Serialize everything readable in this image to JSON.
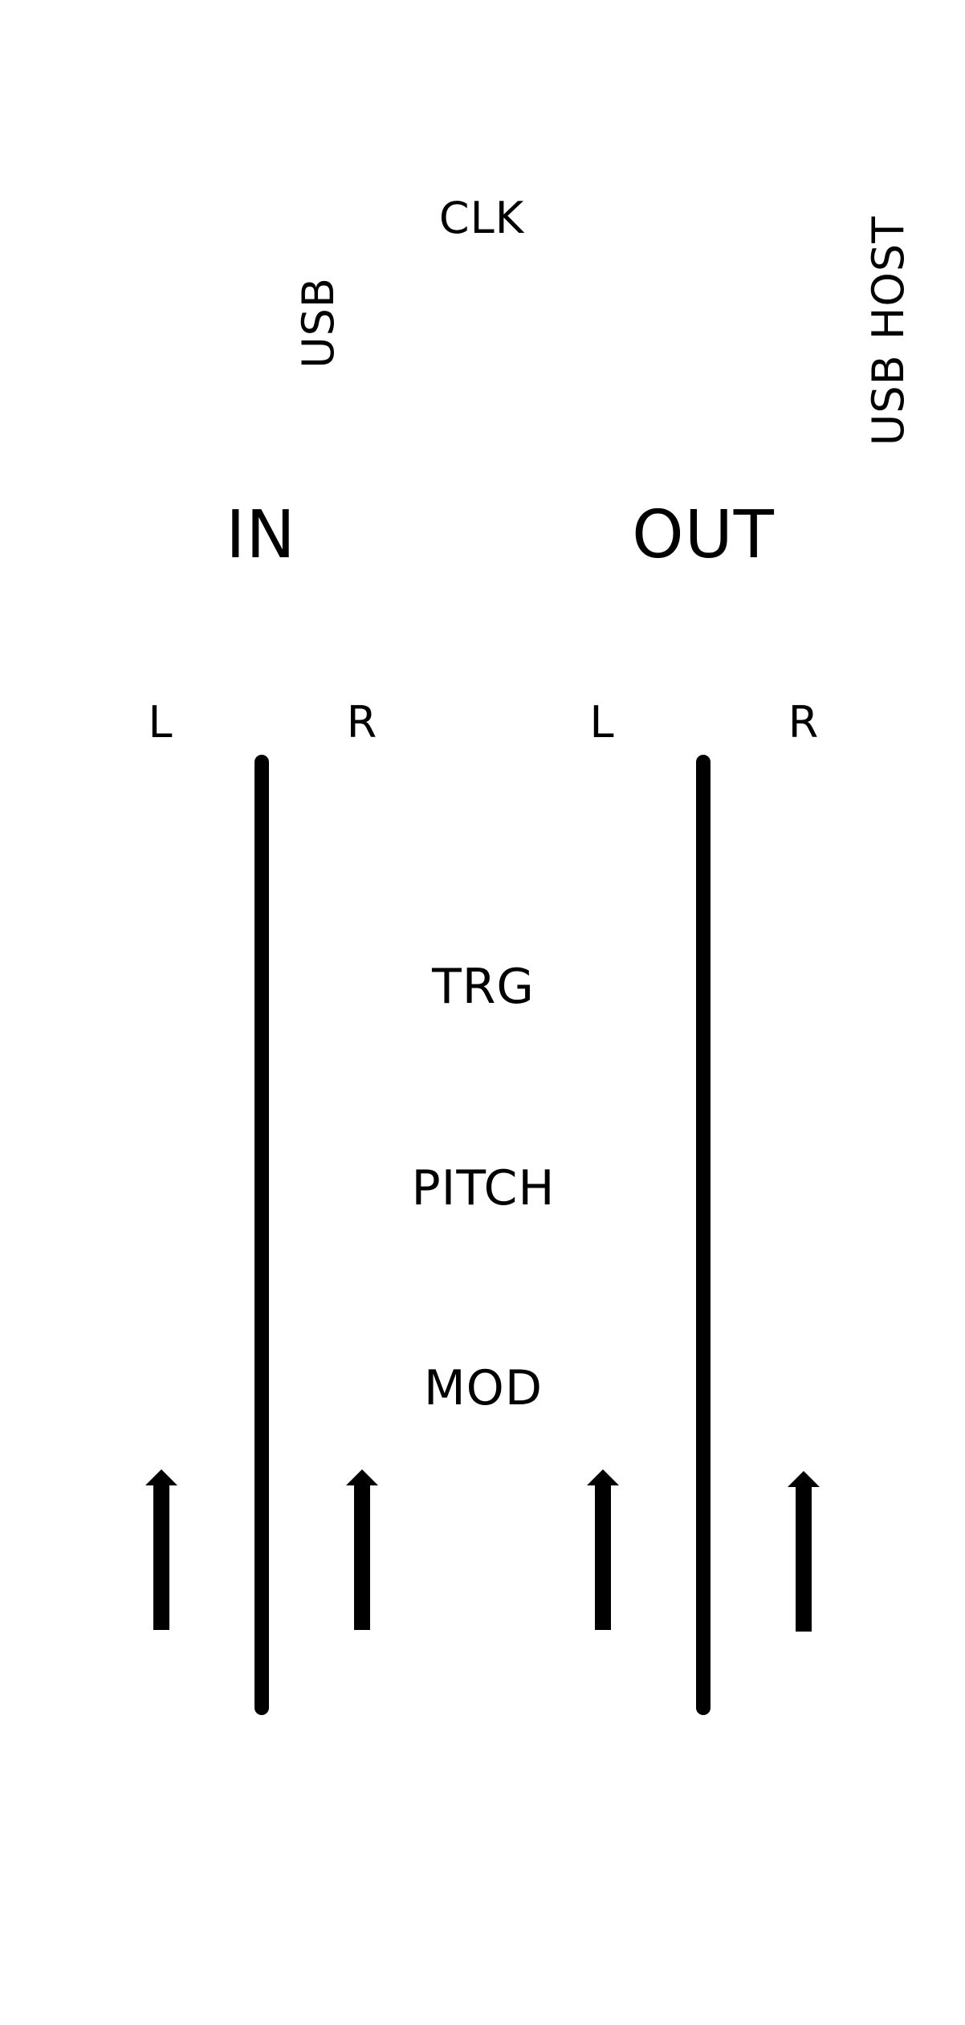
{
  "labels": {
    "clk": "CLK",
    "usb": "USB",
    "usb_host": "USB HOST",
    "in": "IN",
    "out": "OUT",
    "in_left": "L",
    "in_right": "R",
    "out_left": "L",
    "out_right": "R",
    "trg": "TRG",
    "pitch": "PITCH",
    "mod": "MOD"
  },
  "icons": {
    "arrow": "up-arrow-icon"
  },
  "colors": {
    "background": "#ffffff",
    "foreground": "#000000"
  }
}
